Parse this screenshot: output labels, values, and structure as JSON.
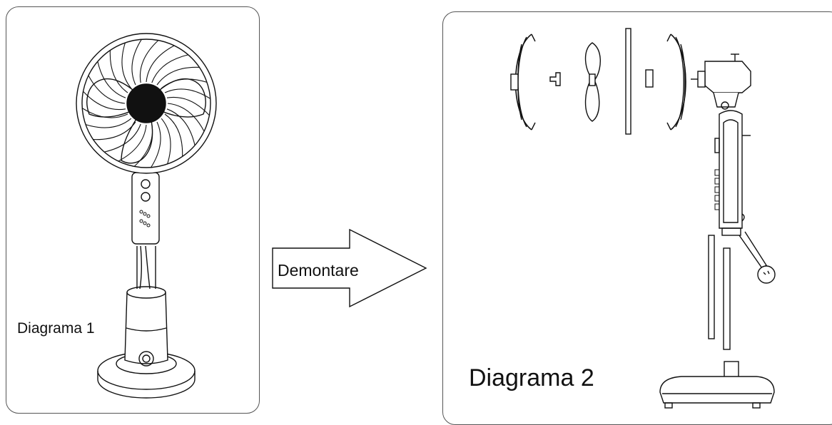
{
  "diagram1": {
    "label": "Diagrama 1"
  },
  "arrow": {
    "label": "Demontare"
  },
  "diagram2": {
    "label": "Diagrama 2"
  },
  "colors": {
    "line": "#111111",
    "panel_border": "#555555",
    "background": "#ffffff"
  }
}
